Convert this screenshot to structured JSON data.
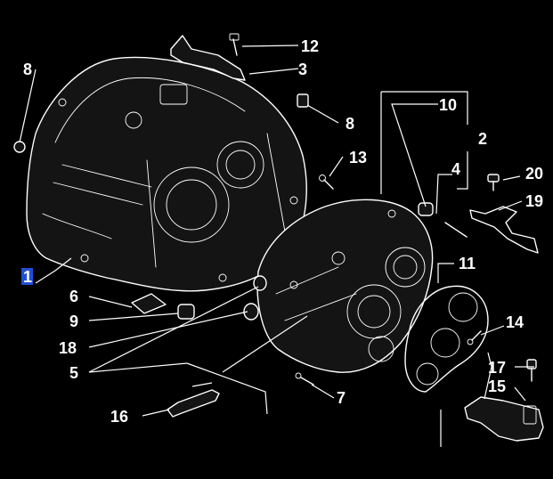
{
  "labels": {
    "l1": "1",
    "l2": "2",
    "l3": "3",
    "l4": "4",
    "l5": "5",
    "l6": "6",
    "l7": "7",
    "l8a": "8",
    "l8b": "8",
    "l9": "9",
    "l10": "10",
    "l11": "11",
    "l12": "12",
    "l13": "13",
    "l14": "14",
    "l15": "15",
    "l16": "16",
    "l17": "17",
    "l18": "18",
    "l19": "19",
    "l20": "20"
  },
  "colors": {
    "background": "#000000",
    "line": "#ffffff",
    "highlight": "#1f4fd6"
  }
}
